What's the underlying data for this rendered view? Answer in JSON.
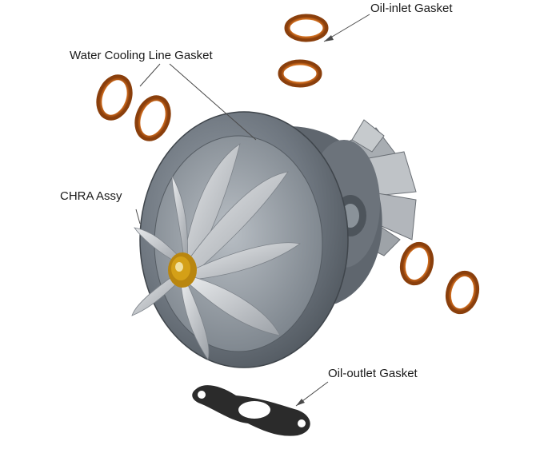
{
  "labels": {
    "oil_inlet": "Oil-inlet Gasket",
    "water_cooling": "Water Cooling Line Gasket",
    "chra": "CHRA Assy",
    "oil_outlet": "Oil-outlet Gasket"
  },
  "colors": {
    "gasket_copper": "#c8661a",
    "gasket_copper_dark": "#8a3f0c",
    "housing": "#6f7780",
    "housing_dark": "#4d545b",
    "blade": "#c9ccd0",
    "nut_gold": "#d4a017",
    "flat_gasket": "#2b2b2b",
    "leader_line": "#4a4a4a"
  }
}
